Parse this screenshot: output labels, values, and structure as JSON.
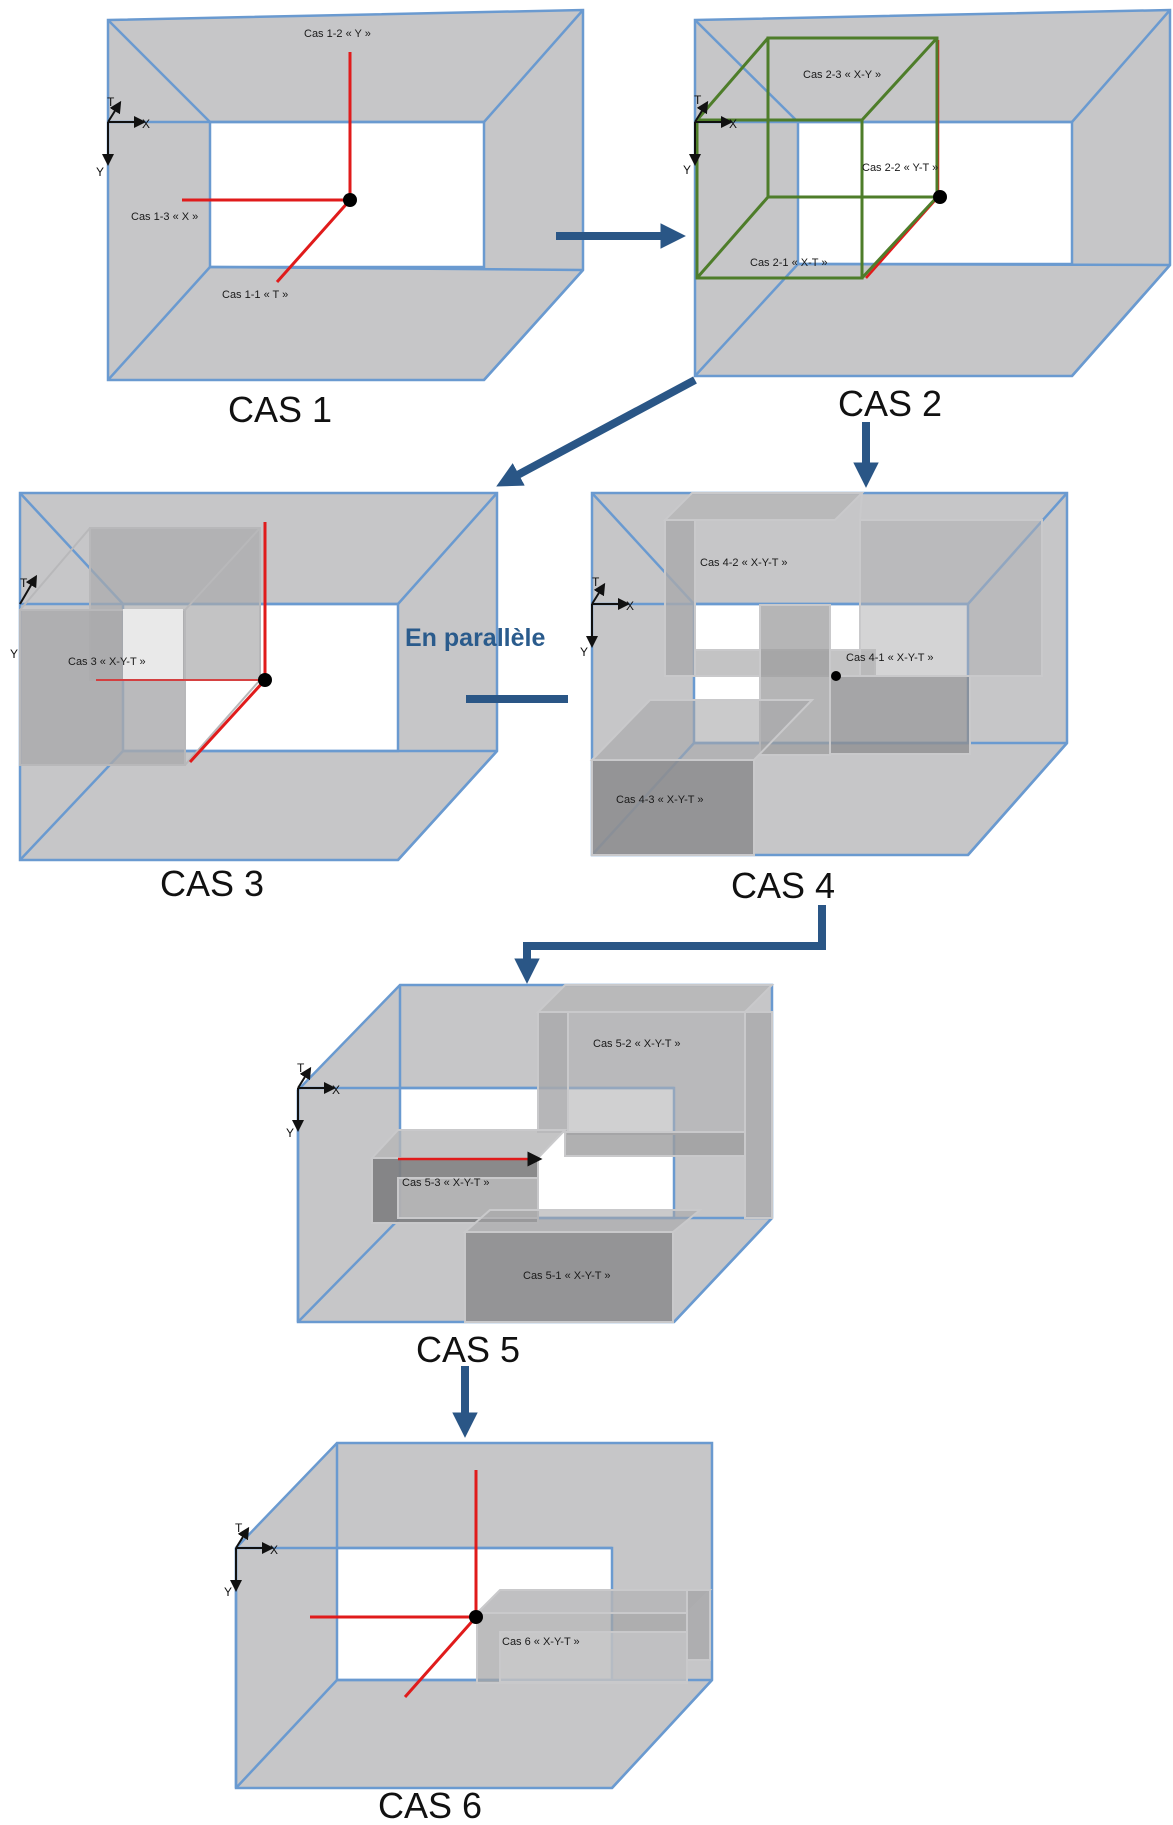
{
  "diagram": {
    "captions": {
      "cas1": "CAS 1",
      "cas2": "CAS 2",
      "cas3": "CAS 3",
      "cas4": "CAS 4",
      "cas5": "CAS 5",
      "cas6": "CAS 6"
    },
    "axes": {
      "t": "T",
      "x": "X",
      "y": "Y"
    },
    "labels": {
      "c1_2": "Cas 1-2 « Y »",
      "c1_3": "Cas 1-3 « X »",
      "c1_1": "Cas 1-1 « T »",
      "c2_3": "Cas 2-3 « X-Y »",
      "c2_2": "Cas 2-2 « Y-T »",
      "c2_1": "Cas 2-1 « X-T »",
      "c3": "Cas 3 « X-Y-T »",
      "c4_2": "Cas 4-2 « X-Y-T »",
      "c4_1": "Cas 4-1 « X-Y-T »",
      "c4_3": "Cas 4-3 « X-Y-T »",
      "c5_2": "Cas 5-2 « X-Y-T »",
      "c5_3": "Cas 5-3 « X-Y-T »",
      "c5_1": "Cas 5-1 « X-Y-T »",
      "c6": "Cas 6 « X-Y-T »"
    },
    "parallel_label": "En parallèle",
    "colors": {
      "frame_fill": "#c6c6c8",
      "frame_edge": "#6a9ad0",
      "red_axis": "#e01b1b",
      "green_cube": "#4e7d2a",
      "flow_arrow": "#2a5686"
    }
  }
}
